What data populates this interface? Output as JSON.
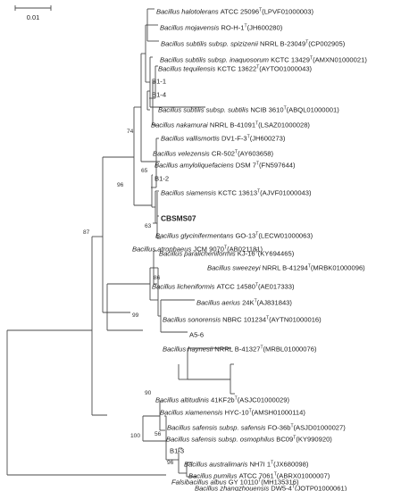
{
  "scale_bar": {
    "label": "0.01"
  },
  "taxa": [
    {
      "id": "t1",
      "species": "Bacillus halotolerans",
      "strain": "ATCC 25096",
      "type": true,
      "accession": "(LPVF01000003)"
    },
    {
      "id": "t2",
      "species": "Bacillus mojavensis",
      "strain": "RO-H-1",
      "type": true,
      "accession": "(JH600280)"
    },
    {
      "id": "t3",
      "species": "Bacillus subtilis subsp. spizizenii",
      "strain": "NRRL B-23049",
      "type": true,
      "accession": "(CP002905)"
    },
    {
      "id": "t4",
      "species": "Bacillus subtilis subsp. inaquosorum",
      "strain": "KCTC 13429",
      "type": true,
      "accession": "(AMXN01000021)"
    },
    {
      "id": "t5",
      "species": "Bacillus tequilensis",
      "strain": "KCTC 13622",
      "type": true,
      "accession": "(AYTO01000043)"
    },
    {
      "id": "t6",
      "species": "",
      "strain": "B1-1",
      "type": false,
      "accession": ""
    },
    {
      "id": "t7",
      "species": "",
      "strain": "B1-4",
      "type": false,
      "accession": ""
    },
    {
      "id": "t8",
      "species": "Bacillus subtilis subsp. subtilis",
      "strain": "NCIB 3610",
      "type": true,
      "accession": "(ABQL01000001)"
    },
    {
      "id": "t9",
      "species": "Bacillus nakamurai",
      "strain": "NRRL B-41091",
      "type": true,
      "accession": "(LSAZ01000028)"
    },
    {
      "id": "t10",
      "species": "Bacillus vallismortis",
      "strain": "DV1-F-3",
      "type": true,
      "accession": "(JH600273)"
    },
    {
      "id": "t11",
      "species": "Bacillus velezensis",
      "strain": "CR-502",
      "type": true,
      "accession": "(AY603658)"
    },
    {
      "id": "t12",
      "species": "Bacillus amyloliquefaciens",
      "strain": "DSM 7",
      "type": true,
      "accession": "(FN597644)"
    },
    {
      "id": "t13",
      "species": "",
      "strain": "B1-2",
      "type": false,
      "accession": ""
    },
    {
      "id": "t14",
      "species": "Bacillus siamensis",
      "strain": "KCTC 13613",
      "type": true,
      "accession": "(AJVF01000043)"
    },
    {
      "id": "t15",
      "species": "",
      "strain": "CBSMS07",
      "type": false,
      "accession": "",
      "bold": true
    },
    {
      "id": "t16",
      "species": "Bacillus atrophaeus",
      "strain": "JCM 9070",
      "type": true,
      "accession": "(AB021181)"
    },
    {
      "id": "t17",
      "species": "Bacillus glycinifermentans",
      "strain": "GO-13",
      "type": true,
      "accession": "(LECW01000063)"
    },
    {
      "id": "t18",
      "species": "Bacillus paralicheniformis",
      "strain": "KJ-16",
      "type": true,
      "accession": "(KY694465)"
    },
    {
      "id": "t19",
      "species": "Bacillus sweezeyi",
      "strain": "NRRL B-41294",
      "type": true,
      "accession": "(MRBK01000096)"
    },
    {
      "id": "t20",
      "species": "Bacillus licheniformis",
      "strain": "ATCC 14580",
      "type": true,
      "accession": "(AE017333)"
    },
    {
      "id": "t21",
      "species": "Bacillus aerius",
      "strain": "24K",
      "type": true,
      "accession": "(AJ831843)"
    },
    {
      "id": "t22",
      "species": "Bacillus sonorensis",
      "strain": "NBRC 101234",
      "type": true,
      "accession": "(AYTN01000016)"
    },
    {
      "id": "t23",
      "species": "",
      "strain": "A5-6",
      "type": false,
      "accession": ""
    },
    {
      "id": "t24",
      "species": "Bacillus haynesii",
      "strain": "NRRL B-41327",
      "type": true,
      "accession": "(MRBL01000076)"
    },
    {
      "id": "t25",
      "species": "Bacillus altitudinis",
      "strain": "41KF2b",
      "type": true,
      "accession": "(ASJC01000029)"
    },
    {
      "id": "t26",
      "species": "Bacillus xiamenensis",
      "strain": "HYC-10",
      "type": true,
      "accession": "(AMSH01000114)"
    },
    {
      "id": "t27",
      "species": "Bacillus safensis subsp. safensis",
      "strain": "FO-36b",
      "type": true,
      "accession": "(ASJD01000027)"
    },
    {
      "id": "t28",
      "species": "Bacillus safensis subsp. osmophilus",
      "strain": "BC09",
      "type": true,
      "accession": "(KY990920)"
    },
    {
      "id": "t29",
      "species": "",
      "strain": "B1-3",
      "type": false,
      "accession": ""
    },
    {
      "id": "t30",
      "species": "Bacillus australimaris",
      "strain": "NH7I 1",
      "type": true,
      "accession": "(JX680098)"
    },
    {
      "id": "t31",
      "species": "Bacillus pumilus",
      "strain": "ATCC 7061",
      "type": true,
      "accession": "(ABRX01000007)"
    },
    {
      "id": "t32",
      "species": "Bacillus zhangzhouensis",
      "strain": "DW5-4",
      "type": true,
      "accession": "(JOTP01000061)"
    },
    {
      "id": "t33",
      "species": "Falsibacillus albus",
      "strain": "GY 10110",
      "type": true,
      "accession": "(MH135316)"
    }
  ],
  "bootstrap": [
    {
      "id": "b74",
      "value": "74"
    },
    {
      "id": "b65",
      "value": "65"
    },
    {
      "id": "b63",
      "value": "63"
    },
    {
      "id": "b96a",
      "value": "96"
    },
    {
      "id": "b87",
      "value": "87"
    },
    {
      "id": "b99",
      "value": "99"
    },
    {
      "id": "b86",
      "value": "86"
    },
    {
      "id": "b90",
      "value": "90"
    },
    {
      "id": "b100",
      "value": "100"
    },
    {
      "id": "b56",
      "value": "56"
    },
    {
      "id": "b96b",
      "value": "96"
    }
  ]
}
